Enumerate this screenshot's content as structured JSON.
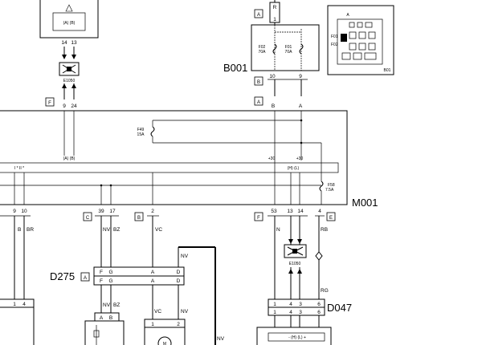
{
  "components": {
    "top_left": {
      "ab_label": "(A)   (B)",
      "pin1": "14",
      "pin2": "13"
    },
    "e1050_top": {
      "name": "E1050",
      "pin1": "9",
      "pin2": "24",
      "conn": "F"
    },
    "b001": {
      "name": "B001",
      "conn_top": "A",
      "pin_top": "1",
      "wire_top": "R",
      "fuse1": "F02\n70A",
      "fuse2": "F01\n70A",
      "conn_bot": "B",
      "pin_a": "10",
      "pin_b": "9"
    },
    "m001": {
      "name": "M001",
      "conn_top": "A",
      "pin_b": "B",
      "pin_a": "A",
      "fuse_f49": "F49\n15A",
      "fuse_f58": "F58\n7.5A",
      "ab_label": "(A)   (B)",
      "plus30_1": "+30",
      "plus30_2": "+30",
      "hl_label": "(H)   (L)",
      "roman_label": "I *   II *"
    },
    "connectors": {
      "left_pins": [
        "9",
        "10"
      ],
      "left_wires": [
        "B",
        "BR"
      ],
      "c_conn": "C",
      "c_pins": [
        "39",
        "17"
      ],
      "c_wires": [
        "NV",
        "BZ"
      ],
      "b_conn": "B",
      "b_pin": "2",
      "b_wire": "VC",
      "f_conn": "F",
      "f_pins": [
        "53",
        "13",
        "14"
      ],
      "f_wire": "N",
      "e_conn": "E",
      "e_pin": "4",
      "e_wire": "RB"
    },
    "d275": {
      "name": "D275",
      "conn": "A",
      "top_pins": [
        "F",
        "G",
        "A",
        "D"
      ],
      "bot_pins": [
        "F",
        "G",
        "A",
        "D"
      ],
      "wires": [
        "NV",
        "BZ",
        "VC",
        "NV",
        "NV",
        "NV"
      ],
      "lower_pins": [
        "A",
        "B",
        "1",
        "2"
      ]
    },
    "e1050_mid": {
      "name": "E1050"
    },
    "d047": {
      "name": "D047",
      "pins": [
        "1",
        "4",
        "3",
        "6"
      ],
      "pins2": [
        "1",
        "4",
        "3",
        "6"
      ],
      "wire": "RG",
      "bottom": "-    (H)  (L)   +"
    },
    "left_bottom_pins": [
      "1",
      "4"
    ]
  },
  "inset": {
    "label_a": "A",
    "f01": "F01",
    "f02": "F02",
    "code": "B01"
  }
}
